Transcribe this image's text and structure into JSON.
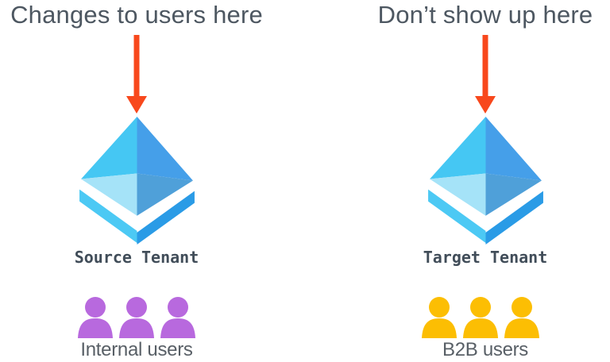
{
  "left_panel": {
    "annotation": "Changes to users here",
    "tenant_label": "Source Tenant",
    "users_label": "Internal users"
  },
  "right_panel": {
    "annotation": "Don’t show up here",
    "tenant_label": "Target Tenant",
    "users_label": "B2B users"
  },
  "colors": {
    "arrow": "#f8481c",
    "title_text": "#4d5761",
    "tenant_label_text": "#414d59",
    "caption_text": "#585f66",
    "internal_users": "#b869de",
    "b2b_users": "#fcbe03",
    "pyramid_top_left": "#45c7f3",
    "pyramid_top_right": "#459fe9",
    "pyramid_bottom_left": "#a5e3f8",
    "pyramid_bottom_right": "#4fa0d9",
    "chevron_left": "#4cc9f4",
    "chevron_right": "#2a9be6"
  }
}
